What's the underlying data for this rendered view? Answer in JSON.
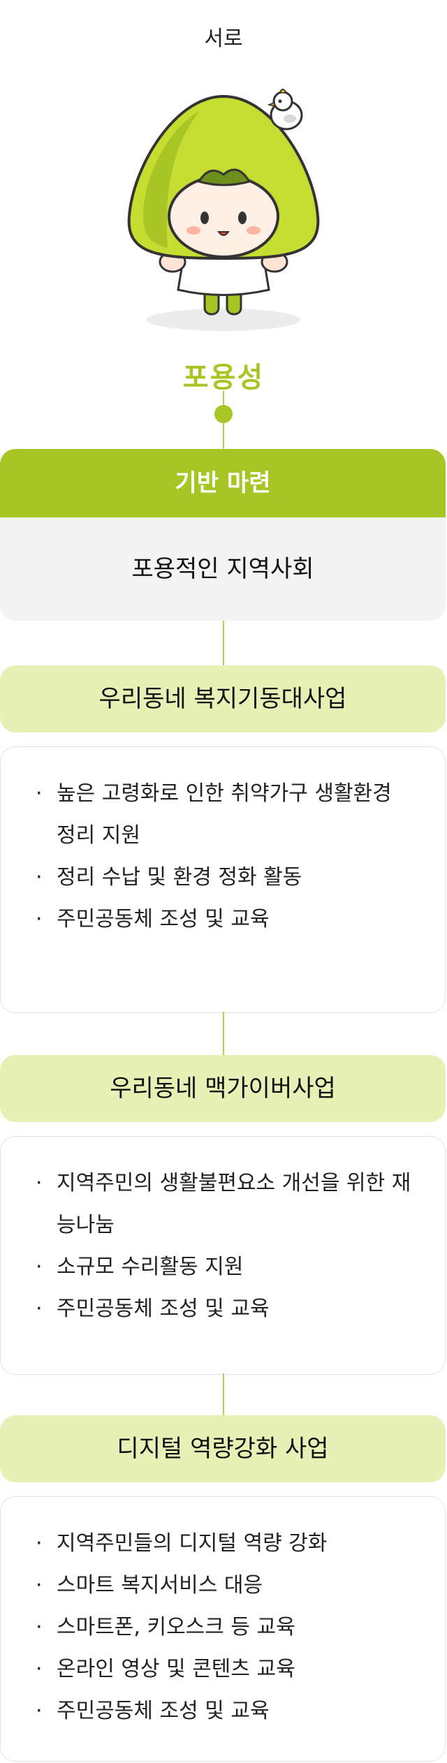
{
  "header": {
    "direction": "서로"
  },
  "mascot": {
    "name": "mascot-character",
    "accent": "#a8c623"
  },
  "category": {
    "title": "포용성"
  },
  "base": {
    "label": "기반 마련",
    "goal": "포용적인 지역사회"
  },
  "programs": [
    {
      "title": "우리동네 복지기동대사업",
      "items": [
        "높은 고령화로 인한 취약가구 생활환경 정리 지원",
        "정리 수납 및 환경 정화 활동",
        "주민공동체 조성 및 교육"
      ]
    },
    {
      "title": "우리동네 맥가이버사업",
      "items": [
        "지역주민의 생활불편요소 개선을 위한 재능나눔",
        "소규모 수리활동 지원",
        "주민공동체 조성 및 교육"
      ]
    },
    {
      "title": "디지털 역량강화 사업",
      "items": [
        "지역주민들의 디지털 역량 강화",
        "스마트 복지서비스 대응",
        "스마트폰, 키오스크 등 교육",
        "온라인 영상 및 콘텐츠 교육",
        "주민공동체 조성 및 교육"
      ]
    }
  ],
  "colors": {
    "accent": "#a8c623",
    "pale": "#e7f1b6",
    "gray": "#f3f3f3"
  }
}
